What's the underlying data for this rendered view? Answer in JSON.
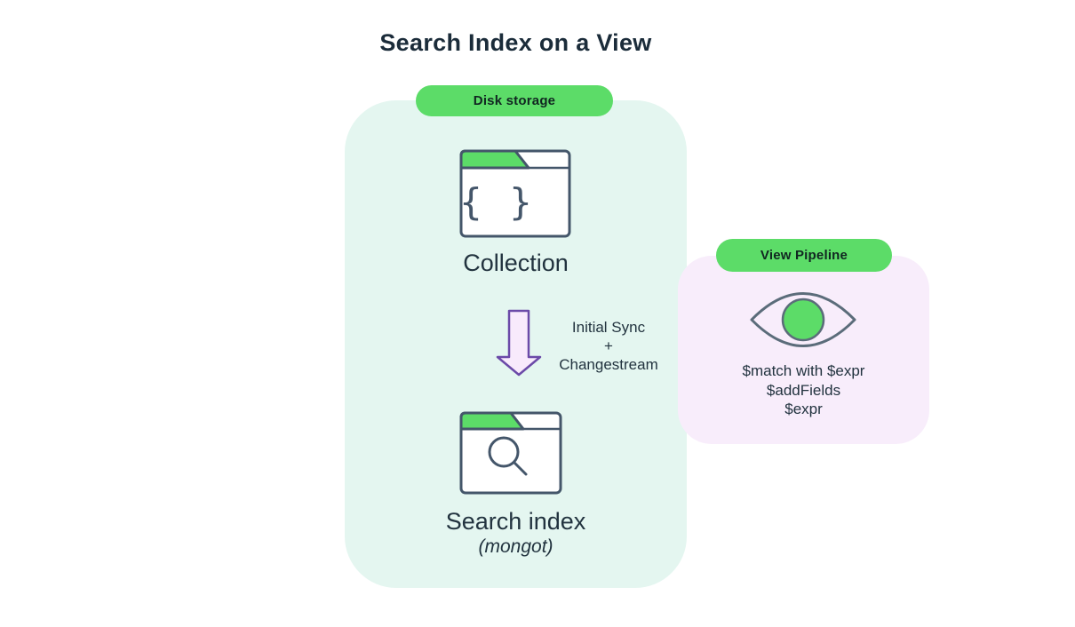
{
  "title": "Search Index on a View",
  "colors": {
    "green": "#5CDC68",
    "teal-bg": "#E4F6F0",
    "pink-bg": "#F8EDFB",
    "dark-text": "#22333F",
    "title-text": "#1B2C3A",
    "pill-text": "#112621",
    "slate-stroke": "#44566A",
    "eye-stroke": "#5B6C7A",
    "purple-stroke": "#6B4AA8",
    "arrow-fill": "#F8EAFC"
  },
  "disk_storage": {
    "badge": "Disk storage",
    "collection": {
      "label": "Collection",
      "icon_glyph": "{ }"
    },
    "sync": [
      "Initial Sync",
      "+",
      "Changestream"
    ],
    "search_index": {
      "label": "Search index",
      "sublabel": "(mongot)"
    }
  },
  "view_pipeline": {
    "badge": "View Pipeline",
    "stages": [
      "$match with $expr",
      "$addFields",
      "$expr"
    ]
  }
}
